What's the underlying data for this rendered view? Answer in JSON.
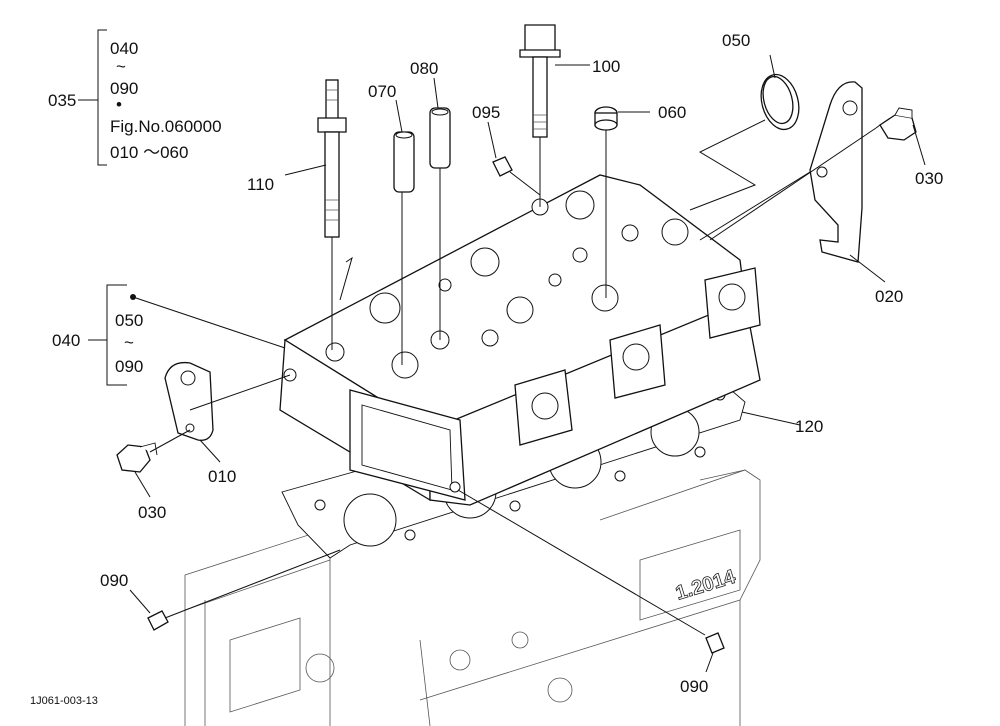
{
  "labels": {
    "p035": "035",
    "p040_top": "040",
    "tilde": "~",
    "p090_top": "090",
    "bullet": "•",
    "fig_ref": "Fig.No.060000",
    "fig_range": "010 ～060",
    "p040": "040",
    "p050_group": "050",
    "p090_group": "090",
    "p110": "110",
    "p070": "070",
    "p080": "080",
    "p095": "095",
    "p100": "100",
    "p060": "060",
    "p050": "050",
    "p030_right": "030",
    "p020": "020",
    "p120": "120",
    "p010": "010",
    "p030_left": "030",
    "p090_left": "090",
    "p090_right": "090"
  },
  "block_marking": "1.2014",
  "drawing_id": "1J061-003-13"
}
